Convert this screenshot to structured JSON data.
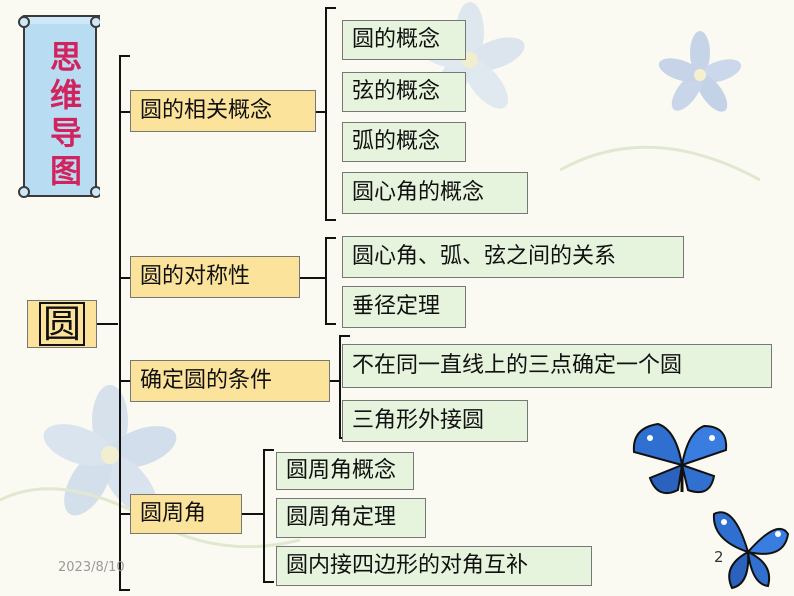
{
  "banner": {
    "text": "思维导图"
  },
  "root": {
    "label": "圆"
  },
  "branches": [
    {
      "label": "圆的相关概念",
      "items": [
        "圆的概念",
        "弦的概念",
        "弧的概念",
        "圆心角的概念"
      ]
    },
    {
      "label": "圆的对称性",
      "items": [
        "圆心角、弧、弦之间的关系",
        "垂径定理"
      ]
    },
    {
      "label": "确定圆的条件",
      "items": [
        "不在同一直线上的三点确定一个圆",
        "三角形外接圆"
      ]
    },
    {
      "label": "圆周角",
      "items": [
        "圆周角概念",
        "圆周角定理",
        "圆内接四边形的对角互补"
      ]
    }
  ],
  "footer": {
    "date": "2023/8/10",
    "page": "2"
  },
  "colors": {
    "branch_fill": "#fbe39b",
    "leaf_fill": "#e6f3dd",
    "banner_fill": "#b8dcf2",
    "banner_text": "#d1235d"
  }
}
